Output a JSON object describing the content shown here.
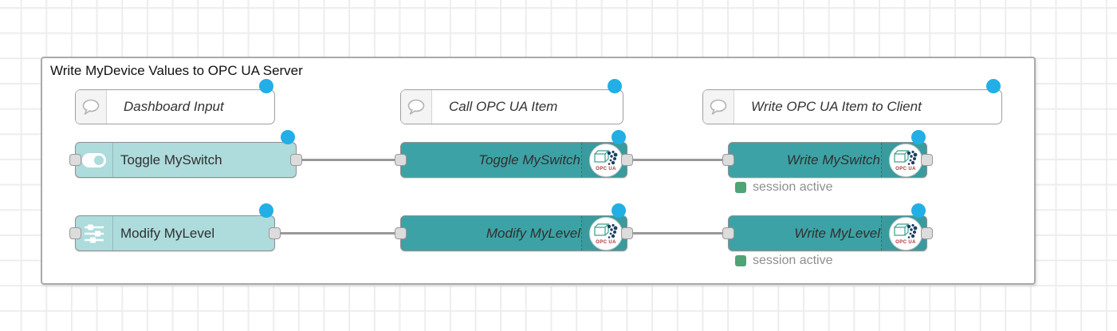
{
  "group": {
    "title": "Write MyDevice Values to OPC UA Server"
  },
  "comments": [
    {
      "label": "Dashboard Input"
    },
    {
      "label": "Call OPC UA Item"
    },
    {
      "label": "Write OPC UA Item to Client"
    }
  ],
  "nodes": {
    "toggle_dashboard": {
      "label": "Toggle MySwitch",
      "icon": "toggle-switch-icon"
    },
    "modify_dashboard": {
      "label": "Modify MyLevel",
      "icon": "sliders-icon"
    },
    "toggle_opcua": {
      "label": "Toggle MySwitch",
      "badge": "OPC UA"
    },
    "modify_opcua": {
      "label": "Modify MyLevel",
      "badge": "OPC UA"
    },
    "write_switch": {
      "label": "Write MySwitch",
      "badge": "OPC UA",
      "status": "session active"
    },
    "write_level": {
      "label": "Write MyLevel",
      "badge": "OPC UA",
      "status": "session active"
    }
  },
  "badge_label": "OPC UA",
  "colors": {
    "dashboard_node_bg": "#aedbdc",
    "opcua_node_bg": "#3da2a5",
    "node_border": "#909090",
    "wire": "#999999",
    "port_bg": "#dcdcdc",
    "changed_indicator": "#22afe6",
    "status_ok": "#4ea377",
    "status_text": "#8f8f8f",
    "grid_line": "#ededed",
    "group_border": "#a9a9a9"
  }
}
